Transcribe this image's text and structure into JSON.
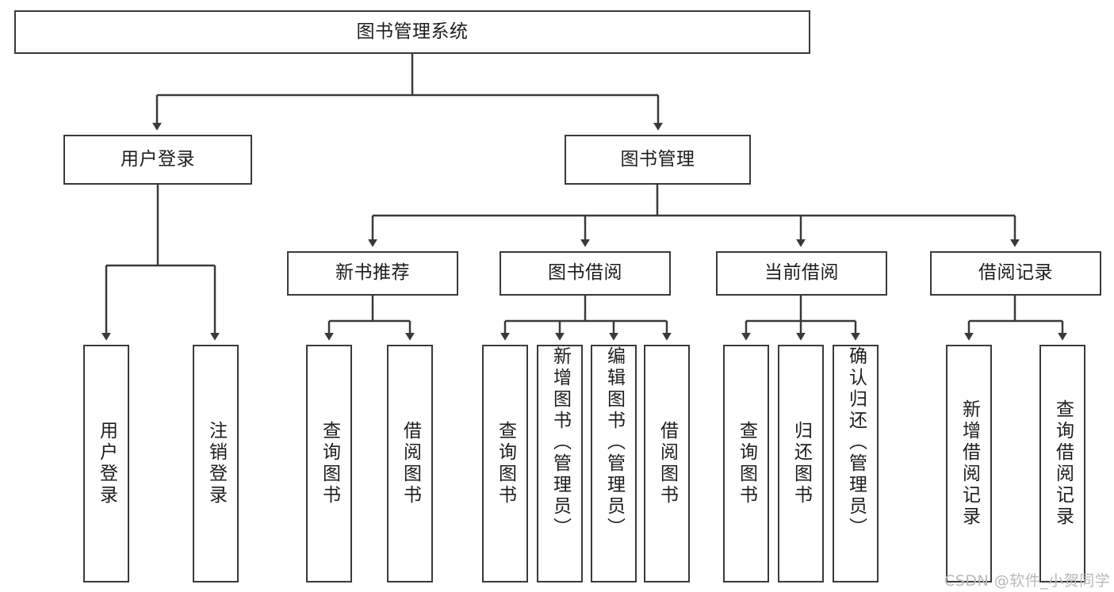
{
  "diagram": {
    "type": "tree",
    "title": "图书管理系统",
    "orientation": "top-down",
    "colors": {
      "stroke": "#3a3a3a",
      "fill": "#ffffff",
      "text": "#1d1d1d",
      "watermark": "#b9b9b9",
      "background": "#ffffff"
    }
  },
  "watermark": {
    "text": "CSDN @软件_小贺同学"
  },
  "nodes": {
    "root": {
      "label": "图书管理系统"
    },
    "level2": [
      {
        "label": "用户登录"
      },
      {
        "label": "图书管理"
      }
    ],
    "level3": [
      {
        "label": "新书推荐"
      },
      {
        "label": "图书借阅"
      },
      {
        "label": "当前借阅"
      },
      {
        "label": "借阅记录"
      }
    ],
    "leaves": {
      "user_login": [
        {
          "label": "用户登录"
        },
        {
          "label": "注销登录"
        }
      ],
      "new_book_recommend": [
        {
          "label": "查询图书"
        },
        {
          "label": "借阅图书"
        }
      ],
      "book_borrow": [
        {
          "label": "查询图书"
        },
        {
          "label": "新增图书（管理员）"
        },
        {
          "label": "编辑图书（管理员）"
        },
        {
          "label": "借阅图书"
        }
      ],
      "current_borrow": [
        {
          "label": "查询图书"
        },
        {
          "label": "归还图书"
        },
        {
          "label": "确认归还（管理员）"
        }
      ],
      "borrow_record": [
        {
          "label": "新增借阅记录"
        },
        {
          "label": "查询借阅记录"
        }
      ]
    }
  },
  "edges": {
    "root_to_level2": [
      {
        "from": "图书管理系统",
        "to": "用户登录"
      },
      {
        "from": "图书管理系统",
        "to": "图书管理"
      }
    ],
    "level2_to_level3": [
      {
        "from": "图书管理",
        "to": "新书推荐"
      },
      {
        "from": "图书管理",
        "to": "图书借阅"
      },
      {
        "from": "图书管理",
        "to": "当前借阅"
      },
      {
        "from": "图书管理",
        "to": "借阅记录"
      }
    ],
    "level2_to_leaves": [
      {
        "from": "用户登录",
        "to": "用户登录"
      },
      {
        "from": "用户登录",
        "to": "注销登录"
      }
    ],
    "level3_to_leaves": [
      {
        "from": "新书推荐",
        "to": "查询图书"
      },
      {
        "from": "新书推荐",
        "to": "借阅图书"
      },
      {
        "from": "图书借阅",
        "to": "查询图书"
      },
      {
        "from": "图书借阅",
        "to": "新增图书（管理员）"
      },
      {
        "from": "图书借阅",
        "to": "编辑图书（管理员）"
      },
      {
        "from": "图书借阅",
        "to": "借阅图书"
      },
      {
        "from": "当前借阅",
        "to": "查询图书"
      },
      {
        "from": "当前借阅",
        "to": "归还图书"
      },
      {
        "from": "当前借阅",
        "to": "确认归还（管理员）"
      },
      {
        "from": "借阅记录",
        "to": "新增借阅记录"
      },
      {
        "from": "借阅记录",
        "to": "查询借阅记录"
      }
    ]
  }
}
